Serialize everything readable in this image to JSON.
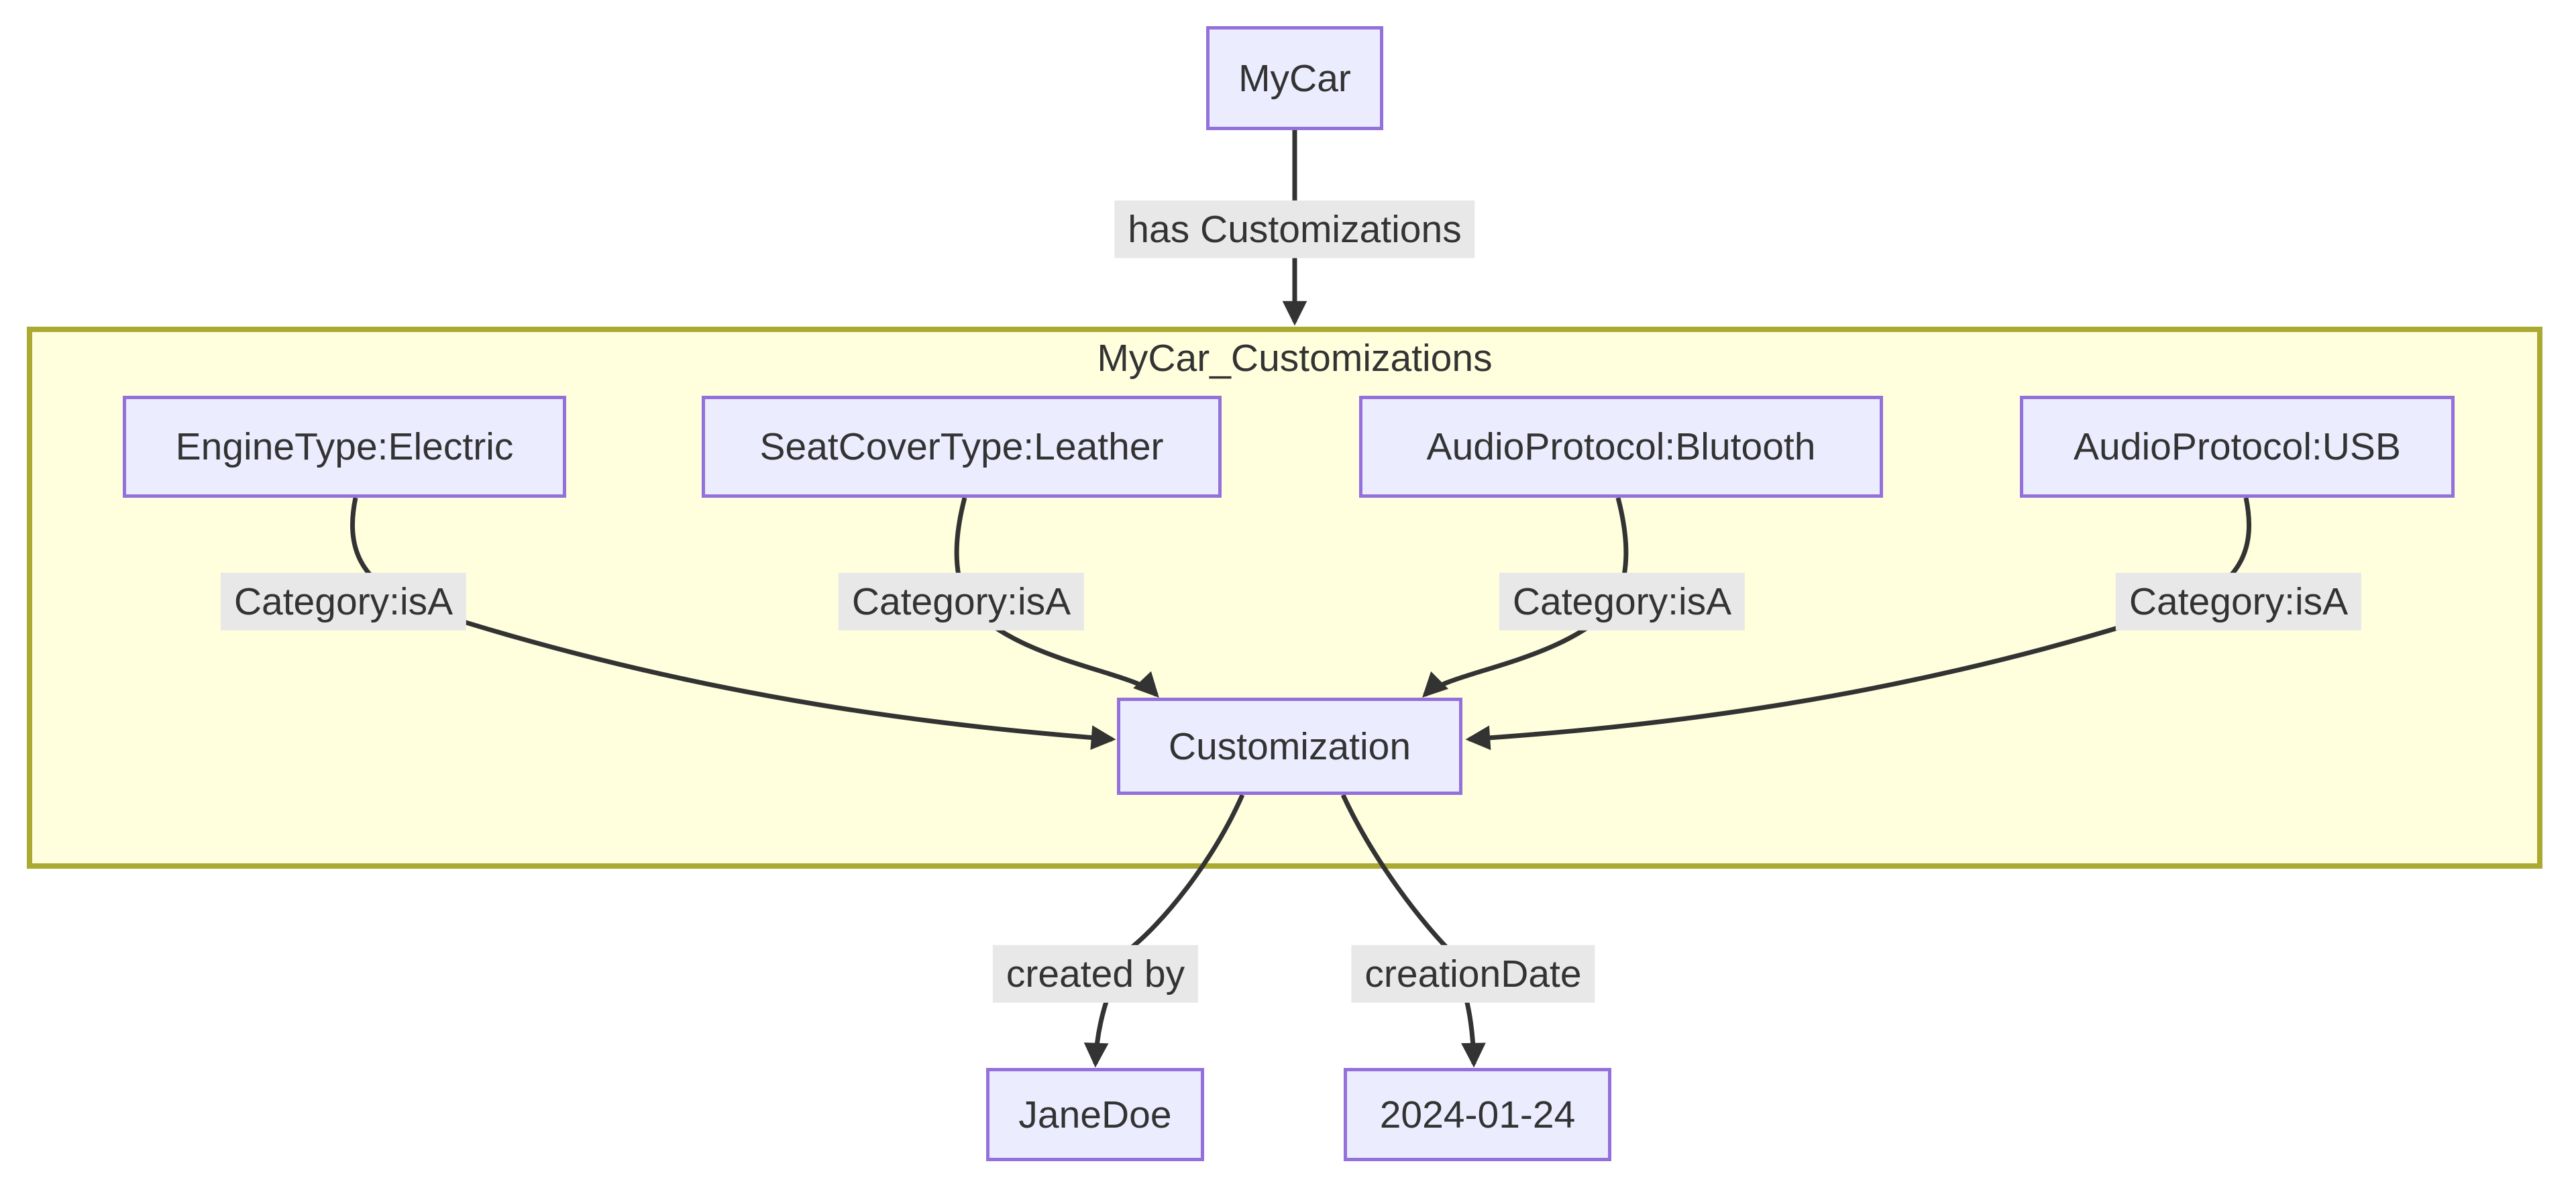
{
  "diagram": {
    "type": "flowchart",
    "nodes": {
      "mycar": "MyCar",
      "engine_type": "EngineType:Electric",
      "seat_cover_type": "SeatCoverType:Leather",
      "audio_protocol_bluetooth": "AudioProtocol:Blutooth",
      "audio_protocol_usb": "AudioProtocol:USB",
      "customization": "Customization",
      "creator": "JaneDoe",
      "creation_date_value": "2024-01-24"
    },
    "subgraph": {
      "title": "MyCar_Customizations"
    },
    "edge_labels": {
      "has_customizations": "has Customizations",
      "category_isa": "Category:isA",
      "created_by": "created by",
      "creation_date": "creationDate"
    },
    "colors": {
      "node_fill": "#ECECFF",
      "node_border": "#9370DB",
      "cluster_fill": "#FFFFDE",
      "cluster_border": "#AAAA33",
      "edge": "#333333",
      "edge_label_bg": "#E8E8E8",
      "text": "#333333",
      "background": "#FFFFFF"
    }
  }
}
